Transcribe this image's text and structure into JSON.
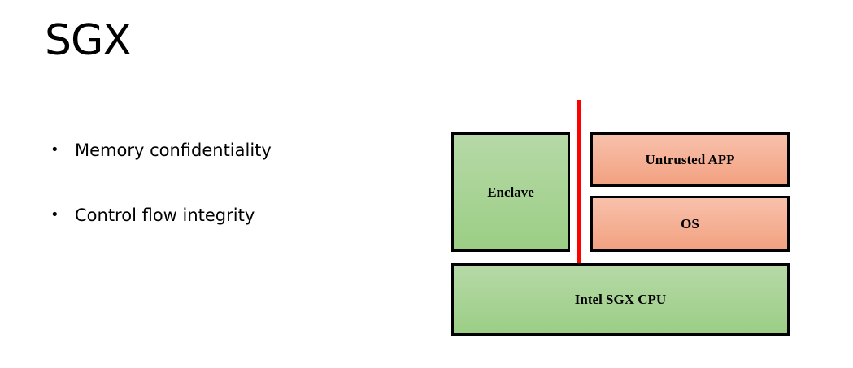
{
  "slide": {
    "title": "SGX",
    "bullets": [
      "Memory confidentiality",
      "Control flow integrity"
    ]
  },
  "diagram": {
    "enclave_label": "Enclave",
    "untrusted_app_label": "Untrusted APP",
    "os_label": "OS",
    "cpu_label": "Intel SGX CPU",
    "colors": {
      "trusted_fill": "#a9d18e",
      "untrusted_fill": "#f4b183",
      "separator": "#ff0000",
      "border": "#000000"
    }
  }
}
